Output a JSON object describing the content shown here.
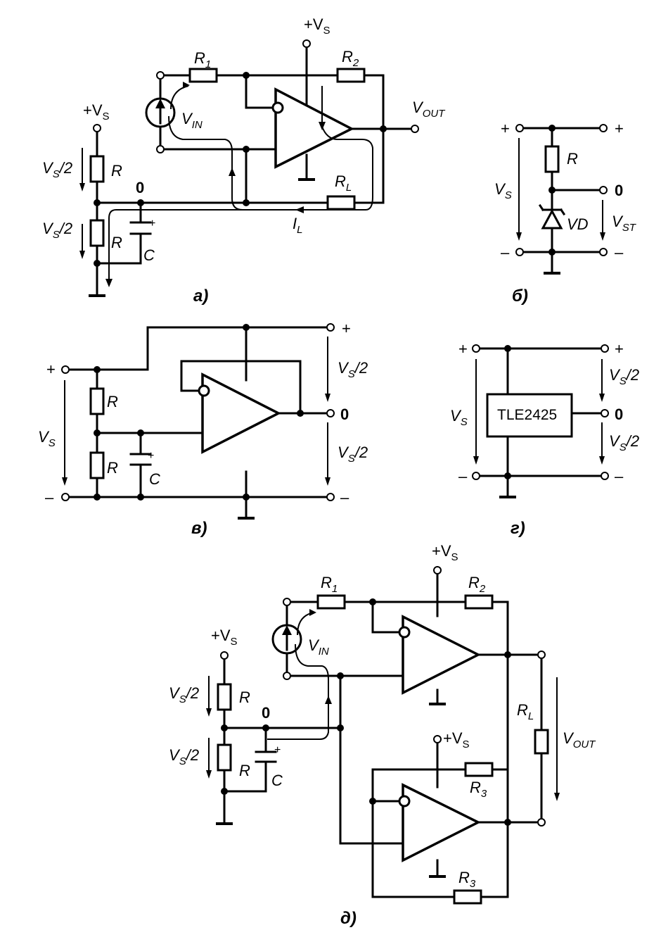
{
  "a": {
    "vs_top": "+V",
    "vs_top_sub": "S",
    "r1": "R",
    "r1_sub": "1",
    "r2": "R",
    "r2_sub": "2",
    "vin": "V",
    "vin_sub": "IN",
    "vout": "V",
    "vout_sub": "OUT",
    "vs_left": "+V",
    "vs_left_sub": "S",
    "half1": "V",
    "half1_sub": "S",
    "half1_tail": "/2",
    "half2": "V",
    "half2_sub": "S",
    "half2_tail": "/2",
    "r_top": "R",
    "r_bot": "R",
    "zero": "0",
    "rl": "R",
    "rl_sub": "L",
    "il": "I",
    "il_sub": "L",
    "c": "C",
    "plus": "+",
    "caption": "а)"
  },
  "b": {
    "plus_l": "+",
    "plus_r": "+",
    "r": "R",
    "vs": "V",
    "vs_sub": "S",
    "zero": "0",
    "vd": "VD",
    "vst": "V",
    "vst_sub": "ST",
    "minus_l": "–",
    "minus_r": "–",
    "caption": "б)"
  },
  "v": {
    "plus_r": "+",
    "plus_l": "+",
    "half1": "V",
    "half1_sub": "S",
    "half1_tail": "/2",
    "r_top": "R",
    "vs": "V",
    "vs_sub": "S",
    "zero": "0",
    "half2": "V",
    "half2_sub": "S",
    "half2_tail": "/2",
    "r_bot": "R",
    "c": "C",
    "cplus": "+",
    "minus_l": "–",
    "minus_r": "–",
    "caption": "в)"
  },
  "g": {
    "plus_l": "+",
    "plus_r": "+",
    "half1": "V",
    "half1_sub": "S",
    "half1_tail": "/2",
    "vs": "V",
    "vs_sub": "S",
    "chip": "TLE2425",
    "zero": "0",
    "half2": "V",
    "half2_sub": "S",
    "half2_tail": "/2",
    "minus_l": "–",
    "minus_r": "–",
    "caption": "г)"
  },
  "d": {
    "vs_top": "+V",
    "vs_top_sub": "S",
    "r1": "R",
    "r1_sub": "1",
    "r2": "R",
    "r2_sub": "2",
    "vin": "V",
    "vin_sub": "IN",
    "vs_left": "+V",
    "vs_left_sub": "S",
    "half1": "V",
    "half1_sub": "S",
    "half1_tail": "/2",
    "r_top": "R",
    "zero": "0",
    "rl": "R",
    "rl_sub": "L",
    "vout": "V",
    "vout_sub": "OUT",
    "vs_mid": "+V",
    "vs_mid_sub": "S",
    "half2": "V",
    "half2_sub": "S",
    "half2_tail": "/2",
    "r_bot": "R",
    "cplus": "+",
    "c": "C",
    "r3a": "R",
    "r3a_sub": "3",
    "r3b": "R",
    "r3b_sub": "3",
    "caption": "д)"
  }
}
